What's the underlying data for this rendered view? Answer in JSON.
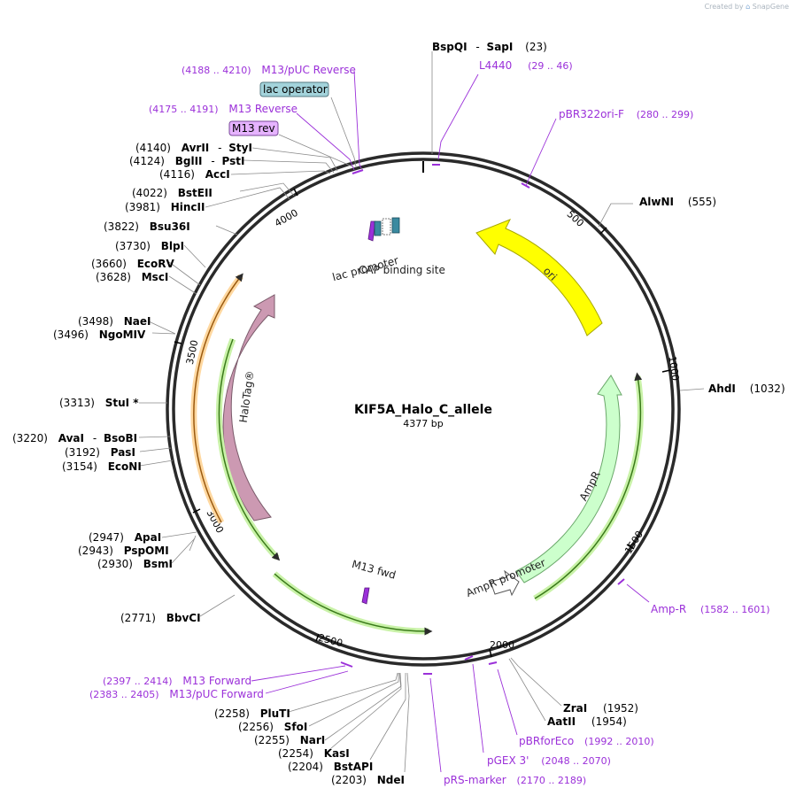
{
  "credit": {
    "prefix": "Created by",
    "brand": "SnapGene"
  },
  "plasmid": {
    "name": "KIF5A_Halo_C_allele",
    "length_label": "4377 bp",
    "length": 4377
  },
  "ticks": [
    "500",
    "1000",
    "1500",
    "2000",
    "2500",
    "3000",
    "3500",
    "4000"
  ],
  "sites": [
    {
      "id": "bspqi",
      "pos": "(23)",
      "name": "BspQI",
      "name2": "SapI"
    },
    {
      "id": "alwni",
      "pos": "(555)",
      "name": "AlwNI"
    },
    {
      "id": "ahdi",
      "pos": "(1032)",
      "name": "AhdI"
    },
    {
      "id": "zrai",
      "pos": "(1952)",
      "name": "ZraI"
    },
    {
      "id": "aatii",
      "pos": "(1954)",
      "name": "AatII"
    },
    {
      "id": "ndei",
      "pos": "(2203)",
      "name": "NdeI"
    },
    {
      "id": "bstapi",
      "pos": "(2204)",
      "name": "BstAPI"
    },
    {
      "id": "kasi",
      "pos": "(2254)",
      "name": "KasI"
    },
    {
      "id": "nari",
      "pos": "(2255)",
      "name": "NarI"
    },
    {
      "id": "sfoi",
      "pos": "(2256)",
      "name": "SfoI"
    },
    {
      "id": "pluti",
      "pos": "(2258)",
      "name": "PluTI"
    },
    {
      "id": "bbvci",
      "pos": "(2771)",
      "name": "BbvCI"
    },
    {
      "id": "bsmi",
      "pos": "(2930)",
      "name": "BsmI"
    },
    {
      "id": "pspomi",
      "pos": "(2943)",
      "name": "PspOMI"
    },
    {
      "id": "apai",
      "pos": "(2947)",
      "name": "ApaI"
    },
    {
      "id": "econi",
      "pos": "(3154)",
      "name": "EcoNI"
    },
    {
      "id": "pasi",
      "pos": "(3192)",
      "name": "PasI"
    },
    {
      "id": "avai",
      "pos": "(3220)",
      "name": "AvaI",
      "name2": "BsoBI"
    },
    {
      "id": "stui",
      "pos": "(3313)",
      "name": "StuI *"
    },
    {
      "id": "ngomiv",
      "pos": "(3496)",
      "name": "NgoMIV"
    },
    {
      "id": "naei",
      "pos": "(3498)",
      "name": "NaeI"
    },
    {
      "id": "msci",
      "pos": "(3628)",
      "name": "MscI"
    },
    {
      "id": "ecorv",
      "pos": "(3660)",
      "name": "EcoRV"
    },
    {
      "id": "blpi",
      "pos": "(3730)",
      "name": "BlpI"
    },
    {
      "id": "bsu36i",
      "pos": "(3822)",
      "name": "Bsu36I"
    },
    {
      "id": "hinci",
      "pos": "(3981)",
      "name": "HincII"
    },
    {
      "id": "bsteii",
      "pos": "(4022)",
      "name": "BstEII"
    },
    {
      "id": "acci",
      "pos": "(4116)",
      "name": "AccI"
    },
    {
      "id": "bglii",
      "pos": "(4124)",
      "name": "BglII",
      "name2": "PstI"
    },
    {
      "id": "avrii",
      "pos": "(4140)",
      "name": "AvrII",
      "name2": "StyI"
    }
  ],
  "primers": [
    {
      "id": "l4440",
      "name": "L4440",
      "range": "(29 .. 46)"
    },
    {
      "id": "pbr322ori",
      "name": "pBR322ori-F",
      "range": "(280 .. 299)"
    },
    {
      "id": "ampr-primer",
      "name": "Amp-R",
      "range": "(1582 .. 1601)"
    },
    {
      "id": "pbrforeco",
      "name": "pBRforEco",
      "range": "(1992 .. 2010)"
    },
    {
      "id": "pgex3",
      "name": "pGEX 3'",
      "range": "(2048 .. 2070)"
    },
    {
      "id": "prs-marker",
      "name": "pRS-marker",
      "range": "(2170 .. 2189)"
    },
    {
      "id": "m13fwd-primer",
      "name": "M13 Forward",
      "range": "(2397 .. 2414)"
    },
    {
      "id": "m13puc-fwd",
      "name": "M13/pUC Forward",
      "range": "(2383 .. 2405)"
    },
    {
      "id": "m13-reverse",
      "name": "M13 Reverse",
      "range": "(4175 .. 4191)"
    },
    {
      "id": "m13puc-rev",
      "name": "M13/pUC Reverse",
      "range": "(4188 .. 4210)"
    }
  ],
  "boxed_labels": {
    "lac_operator": "lac operator",
    "m13_rev": "M13 rev"
  },
  "features": {
    "ori": "ori",
    "ampr": "AmpR",
    "ampr_promoter": "AmpR promoter",
    "halotag": "HaloTag®",
    "m13_fwd": "M13 fwd",
    "lac_promoter": "lac promoter",
    "cap_site": "CAP binding site"
  },
  "colors": {
    "ori": "#ffff00",
    "ampr": "#ccffcc",
    "halotag": "#cc99b2",
    "primer": "#9b30d9",
    "m13_rev_box": "#e6b3ff",
    "lac_operator_box": "#a3d3db",
    "orange_band": "#ffd8a0",
    "green_band": "#c9f2a8"
  }
}
